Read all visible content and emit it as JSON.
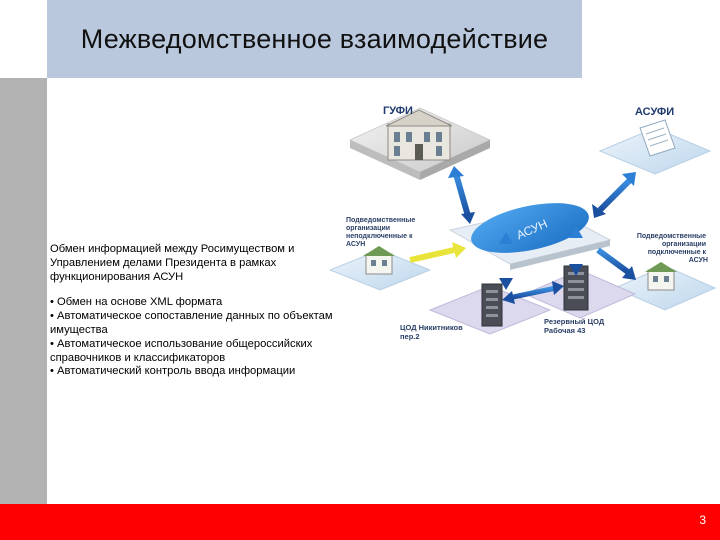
{
  "slide": {
    "title": "Межведомственное взаимодействие",
    "page_number": "3"
  },
  "content": {
    "intro": "Обмен информацией между Росимуществом и Управлением делами Президента в рамках функционирования АСУН",
    "bullets": [
      "Обмен на основе XML формата",
      "Автоматическое сопоставление данных по объектам имущества",
      "Автоматическое использование общероссийских справочников и классификаторов",
      "Автоматический контроль ввода информации"
    ]
  },
  "diagram": {
    "gufi": "ГУФИ",
    "asufi": "АСУФИ",
    "asun": "АСУН",
    "left_org": [
      "Подведомственные",
      "организации",
      "неподключенные к",
      "АСУН"
    ],
    "right_org": [
      "Подведомственные",
      "организации",
      "подключенные к",
      "АСУН"
    ],
    "cod_main": [
      "ЦОД Никитников",
      "пер.2"
    ],
    "cod_reserve": [
      "Резервный ЦОД",
      "Рабочая 43"
    ]
  }
}
